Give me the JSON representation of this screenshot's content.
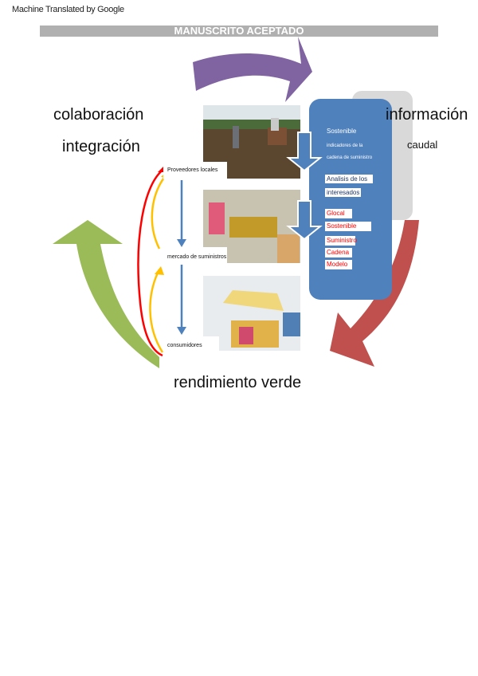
{
  "header": {
    "machine_translated": "Machine Translated by Google",
    "banner": "MANUSCRITO ACEPTADO"
  },
  "labels": {
    "collaboration": "colaboración",
    "integration": "integración",
    "information": "información",
    "flow": "caudal",
    "green_performance": "rendimiento verde"
  },
  "supply_chain": {
    "stages": [
      "Proveedores locales",
      "mercado de suministros",
      "consumidores"
    ]
  },
  "blue_panel": {
    "title": "Sostenible",
    "subtitle_line1": "indicadores de la",
    "subtitle_line2": "cadena de suministro",
    "stakeholder_line1": "Analisis de los",
    "stakeholder_line2": "interesados",
    "model_words": [
      "Glocal",
      "Sostenible",
      "Suministro",
      "Cadena",
      "Modelo"
    ]
  },
  "colors": {
    "purple_arrow": "#8064a2",
    "green_arrow": "#9bbb59",
    "red_arrow": "#c0504d",
    "blue_panel": "#4f81bd",
    "grey_panel": "#d9d9d9",
    "banner": "#b0b0b0",
    "red_line": "#ff0000",
    "yellow_line": "#ffc000"
  },
  "photos": [
    {
      "subject": "farmers-field-photo"
    },
    {
      "subject": "fruit-market-photo"
    },
    {
      "subject": "street-stall-photo"
    }
  ]
}
